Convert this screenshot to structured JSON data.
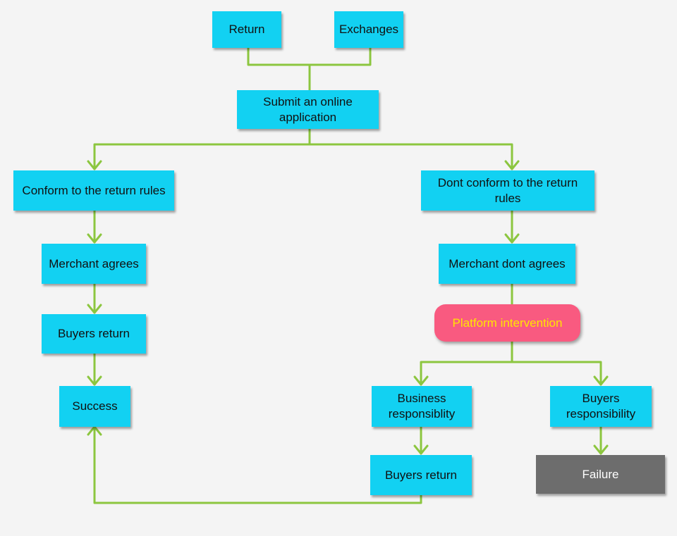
{
  "diagram": {
    "colors": {
      "background": "#f4f4f4",
      "box": "#12d1f2",
      "box_text": "#111111",
      "connector": "#8cc63f",
      "platform_fill": "#f95a80",
      "platform_text": "#ffe600",
      "failure_fill": "#6d6d6d",
      "failure_text": "#ffffff"
    },
    "nodes": {
      "return": "Return",
      "exchanges": "Exchanges",
      "submit": "Submit an online application",
      "conform": "Conform to the return rules",
      "dont_conform": "Dont conform to the return rules",
      "merchant_agrees": "Merchant agrees",
      "merchant_dont": "Merchant dont agrees",
      "platform": "Platform intervention",
      "buyers_return_left": "Buyers return",
      "success": "Success",
      "business_resp": "Business responsiblity",
      "buyers_resp": "Buyers responsibility",
      "buyers_return_right": "Buyers return",
      "failure": "Failure"
    },
    "edges": [
      {
        "from": "return",
        "to": "submit"
      },
      {
        "from": "exchanges",
        "to": "submit"
      },
      {
        "from": "submit",
        "to": "conform"
      },
      {
        "from": "submit",
        "to": "dont_conform"
      },
      {
        "from": "conform",
        "to": "merchant_agrees"
      },
      {
        "from": "merchant_agrees",
        "to": "buyers_return_left"
      },
      {
        "from": "buyers_return_left",
        "to": "success"
      },
      {
        "from": "dont_conform",
        "to": "merchant_dont"
      },
      {
        "from": "merchant_dont",
        "to": "platform"
      },
      {
        "from": "platform",
        "to": "business_resp"
      },
      {
        "from": "platform",
        "to": "buyers_resp"
      },
      {
        "from": "business_resp",
        "to": "buyers_return_right"
      },
      {
        "from": "buyers_resp",
        "to": "failure"
      },
      {
        "from": "buyers_return_right",
        "to": "success"
      }
    ]
  }
}
